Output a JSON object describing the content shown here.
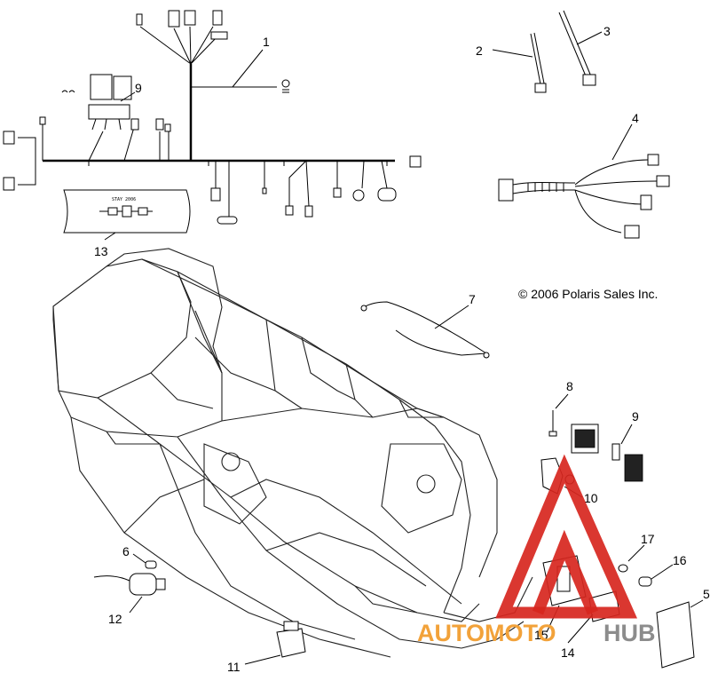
{
  "copyright": "© 2006 Polaris Sales Inc.",
  "tag_label": "STAY 2006",
  "watermark": {
    "brand_a": "AUTOMOTO",
    "brand_b": "HUB",
    "colors": {
      "triangle": "#d7261e",
      "text_orange": "#f2a23a",
      "text_grey": "#8c8c8c"
    }
  },
  "callouts": [
    {
      "id": "c1",
      "label": "1"
    },
    {
      "id": "c2",
      "label": "2"
    },
    {
      "id": "c3",
      "label": "3"
    },
    {
      "id": "c4",
      "label": "4"
    },
    {
      "id": "c5",
      "label": "5"
    },
    {
      "id": "c6",
      "label": "6"
    },
    {
      "id": "c7",
      "label": "7"
    },
    {
      "id": "c8",
      "label": "8"
    },
    {
      "id": "c9a",
      "label": "9"
    },
    {
      "id": "c9b",
      "label": "9"
    },
    {
      "id": "c10",
      "label": "10"
    },
    {
      "id": "c11",
      "label": "11"
    },
    {
      "id": "c12",
      "label": "12"
    },
    {
      "id": "c13",
      "label": "13"
    },
    {
      "id": "c14",
      "label": "14"
    },
    {
      "id": "c15",
      "label": "15"
    },
    {
      "id": "c16",
      "label": "16"
    },
    {
      "id": "c17",
      "label": "17"
    }
  ]
}
